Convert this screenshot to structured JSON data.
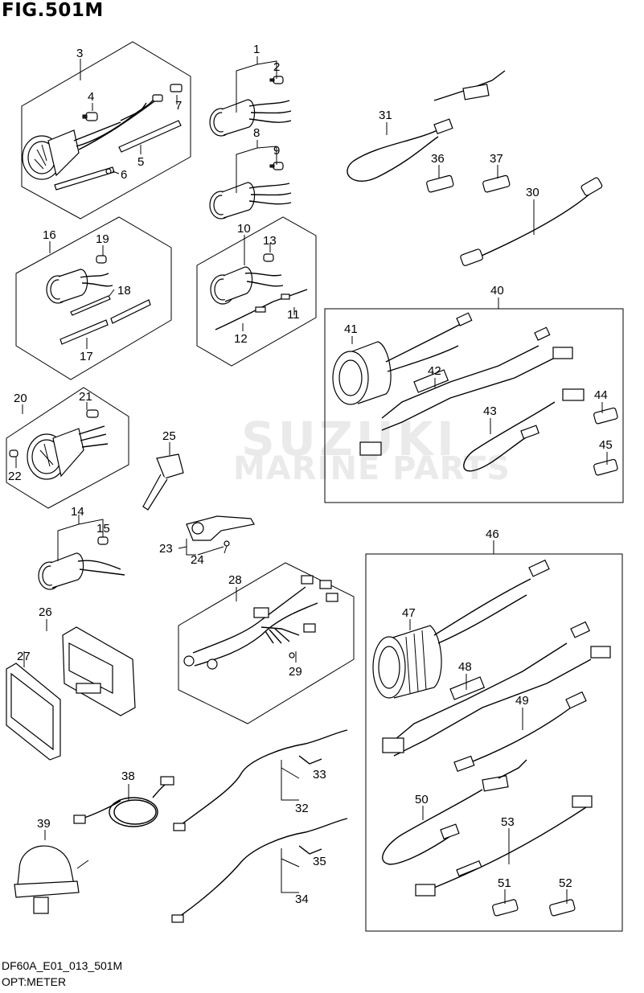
{
  "figure": {
    "title": "FIG.501M",
    "code": "DF60A_E01_013_501M",
    "name": "OPT:METER"
  },
  "watermark": {
    "line1": "SUZUKI",
    "line2": "MARINE PARTS"
  },
  "part_numbers": [
    "1",
    "2",
    "3",
    "4",
    "5",
    "6",
    "7",
    "8",
    "9",
    "10",
    "11",
    "12",
    "13",
    "14",
    "15",
    "16",
    "17",
    "18",
    "19",
    "20",
    "21",
    "22",
    "23",
    "24",
    "25",
    "26",
    "27",
    "28",
    "29",
    "30",
    "31",
    "32",
    "33",
    "34",
    "35",
    "36",
    "37",
    "38",
    "39",
    "40",
    "41",
    "42",
    "43",
    "44",
    "45",
    "46",
    "47",
    "48",
    "49",
    "50",
    "51",
    "52",
    "53"
  ]
}
